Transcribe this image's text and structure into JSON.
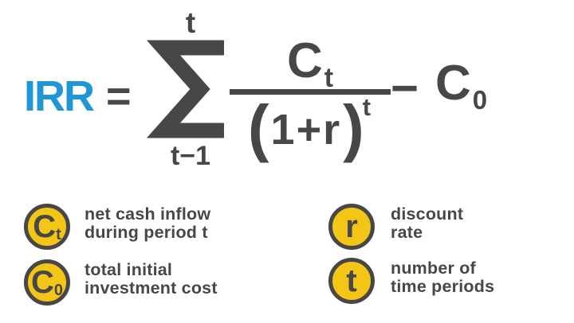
{
  "colors": {
    "accent_blue": "#1E97D4",
    "ink_gray": "#474747",
    "badge_yellow": "#F3C516",
    "background": "#FFFFFF"
  },
  "formula": {
    "result_label": "IRR",
    "equals_sign": "=",
    "summation": {
      "symbol_icon": "sigma-icon",
      "upper_bound": "t",
      "lower_bound": "t−1"
    },
    "fraction": {
      "numerator_base": "C",
      "numerator_subscript": "t",
      "denominator_open_paren": "(",
      "denominator_body": "1+r",
      "denominator_close_paren": ")",
      "denominator_exponent": "t"
    },
    "minus_sign": "−",
    "final_term_base": "C",
    "final_term_subscript": "0"
  },
  "legend": {
    "items": [
      {
        "badge_base": "C",
        "badge_subscript": "t",
        "line1": "net cash inflow",
        "line2": "during period t"
      },
      {
        "badge_base": "C",
        "badge_subscript": "0",
        "line1": "total initial",
        "line2": "investment cost"
      },
      {
        "badge_base": "r",
        "badge_subscript": "",
        "line1": "discount",
        "line2": "rate"
      },
      {
        "badge_base": "t",
        "badge_subscript": "",
        "line1": "number of",
        "line2": "time periods"
      }
    ]
  }
}
